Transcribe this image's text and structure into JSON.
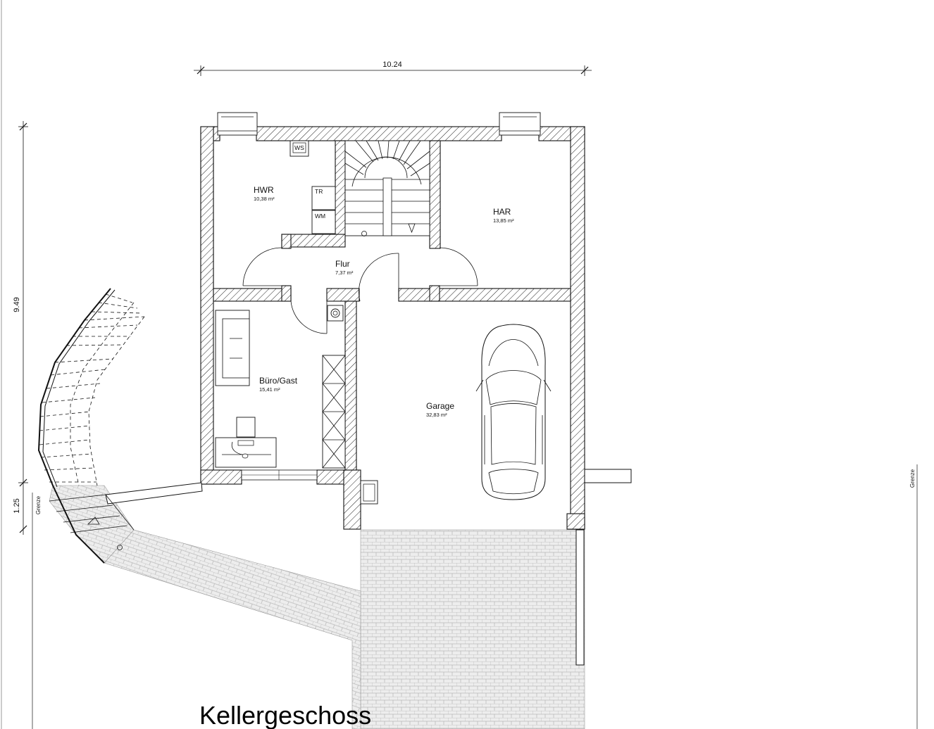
{
  "title": "Kellergeschoss",
  "dimensions": {
    "width": "10.24",
    "height": "9.49",
    "offset": "1.25"
  },
  "boundary_label": "Grenze",
  "rooms": {
    "hwr": {
      "name": "HWR",
      "area": "10,38 m²"
    },
    "har": {
      "name": "HAR",
      "area": "13,85 m²"
    },
    "flur": {
      "name": "Flur",
      "area": "7,37 m²"
    },
    "buero": {
      "name": "Büro/Gast",
      "area": "15,41 m²"
    },
    "garage": {
      "name": "Garage",
      "area": "32,83 m²"
    }
  },
  "fixtures": {
    "dryer": "TR",
    "washer": "WM",
    "sink": "WS"
  },
  "colors": {
    "line": "#111111",
    "paving": "#eeeeee",
    "background": "#ffffff"
  }
}
